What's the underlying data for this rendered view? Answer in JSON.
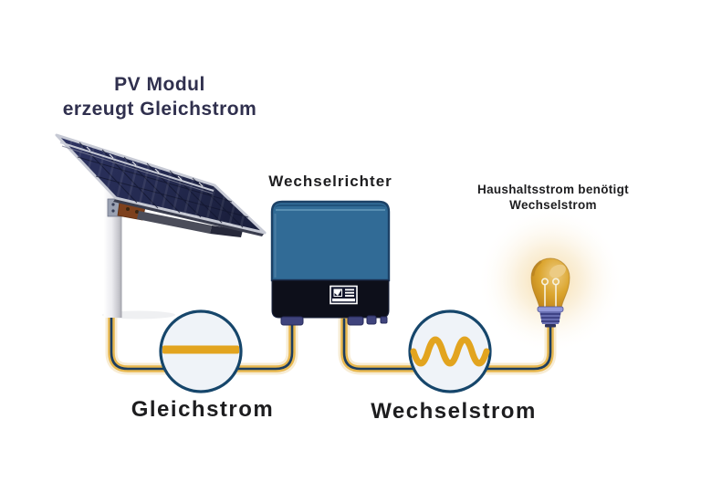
{
  "diagram": {
    "title": {
      "line1": "PV Modul",
      "line2": "erzeugt Gleichstrom"
    },
    "inverter_label": "Wechselrichter",
    "household_note": {
      "line1": "Haushaltsstrom benötigt",
      "line2": "Wechselstrom"
    },
    "dc_label": "Gleichstrom",
    "ac_label": "Wechselstrom",
    "icons": {
      "solar_panel": "solar-panel-on-pole-illustration",
      "inverter": "inverter-box-illustration",
      "bulb": "glowing-light-bulb-icon",
      "dc_symbol": "circle-with-straight-line (direct current symbol)",
      "ac_symbol": "circle-with-sine-wave (alternating current symbol)",
      "cable": "two-tone yellow/navy power cable"
    },
    "colors": {
      "background": "#ffffff",
      "title_text": "#30304e",
      "label_text": "#1d1d1f",
      "accent_amber": "#e2a41f",
      "circle_border": "#16466b",
      "circle_fill": "#eff3f8",
      "cable_yellow": "#e8b84f",
      "cable_navy": "#1d3d5e",
      "inverter_blue": "#316b96",
      "inverter_band": "#0d0f1a",
      "panel_navy": "#262c55",
      "bulb_amber": "#d79d26",
      "bulb_base_purple": "#6d72b5"
    }
  }
}
